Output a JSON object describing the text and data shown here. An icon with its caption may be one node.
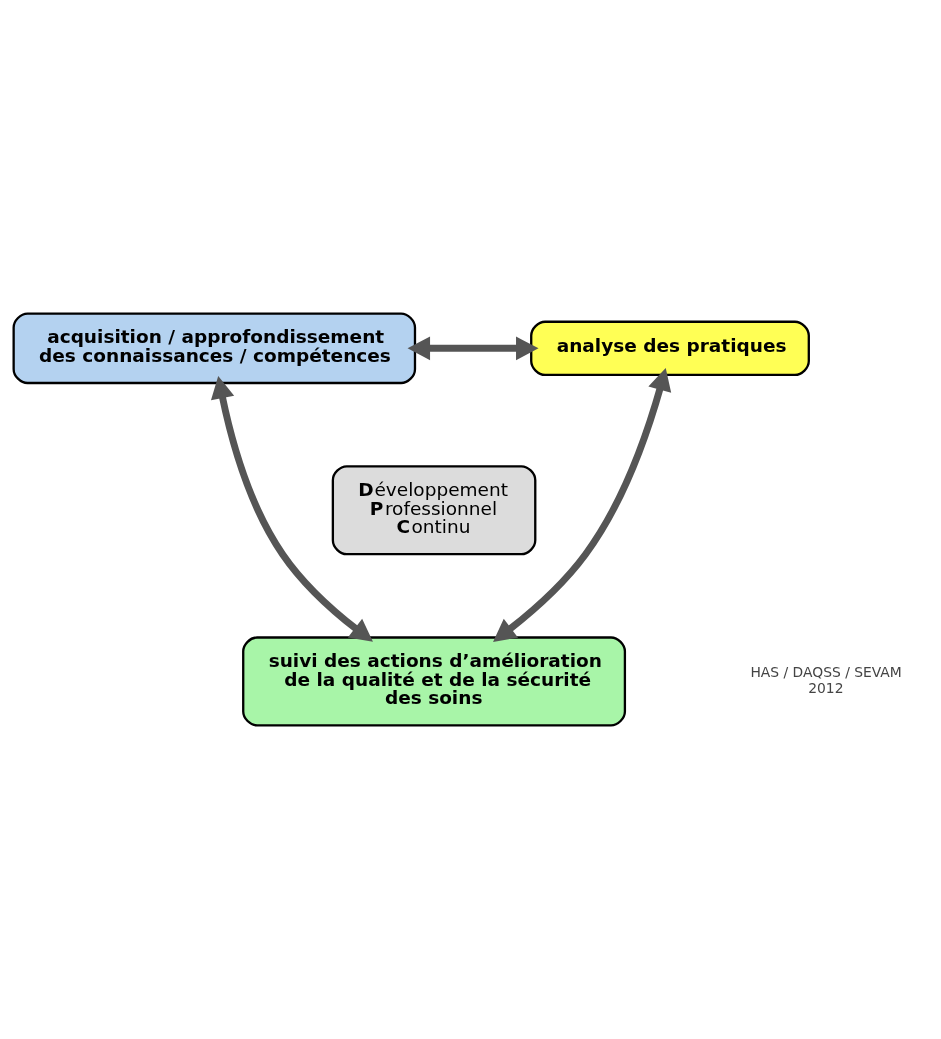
{
  "diagram": {
    "nodes": [
      {
        "text": [
          "acquisition / approfondissement des connaissances / compétences"
        ]
      },
      {
        "text": [
          "analyse des pratiques"
        ]
      },
      {
        "text": [
          "**D**éveloppement **P**rofessionnel **C**ontinu"
        ]
      },
      {
        "text": [
          "suivi des actions d’amélioration de la qualité et de la sécurité des soins"
        ]
      }
    ],
    "edges": [
      {
        "from": 0,
        "to": 1,
        "arrow": "both"
      },
      {
        "from": 0,
        "to": 3,
        "arrow": "both"
      },
      {
        "from": 1,
        "to": 3,
        "arrow": "both"
      }
    ],
    "labels": [
      "HAS / DAQSS / SEVAM 2012"
    ]
  }
}
